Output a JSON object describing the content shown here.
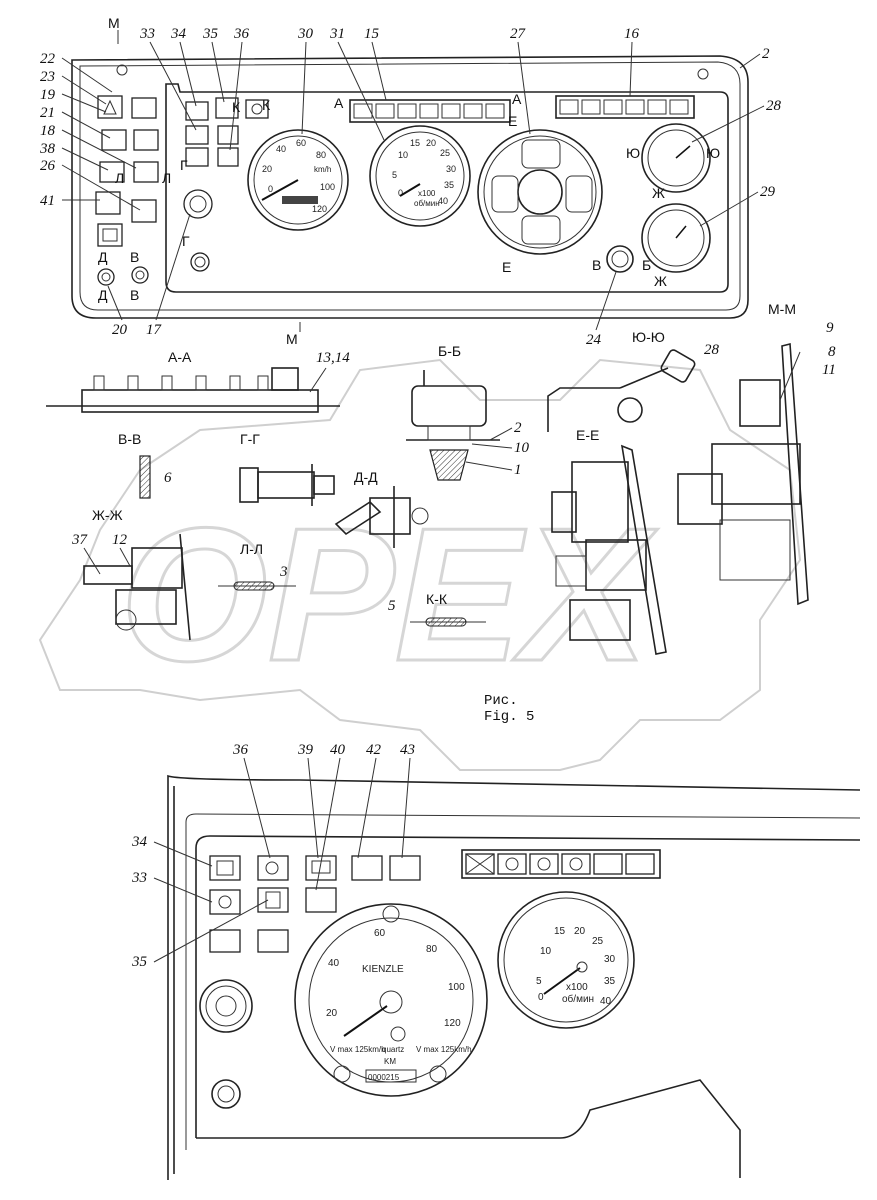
{
  "callouts_top": {
    "c2": "2",
    "c15": "15",
    "c16": "16",
    "c17": "17",
    "c18": "18",
    "c19": "19",
    "c20": "20",
    "c21": "21",
    "c22": "22",
    "c23": "23",
    "c24": "24",
    "c26": "26",
    "c27": "27",
    "c28": "28",
    "c29": "29",
    "c30": "30",
    "c31": "31",
    "c33": "33",
    "c34": "34",
    "c35": "35",
    "c36": "36",
    "c38": "38",
    "c41": "41"
  },
  "callouts_mid": {
    "c1": "1",
    "c2": "2",
    "c3": "3",
    "c5": "5",
    "c6": "6",
    "c8": "8",
    "c9": "9",
    "c10": "10",
    "c11": "11",
    "c12": "12",
    "c1314": "13,14",
    "c28": "28",
    "c37": "37"
  },
  "callouts_bottom": {
    "c33": "33",
    "c34": "34",
    "c35": "35",
    "c36": "36",
    "c39": "39",
    "c40": "40",
    "c42": "42",
    "c43": "43"
  },
  "markers": {
    "m": "М",
    "a": "А",
    "e": "Е",
    "k": "К",
    "l": "Л",
    "g": "Г",
    "d": "Д",
    "v": "В",
    "b": "Б",
    "yu": "Ю",
    "zh": "Ж"
  },
  "sections": {
    "aa": "А-А",
    "bb": "Б-Б",
    "vv": "В-В",
    "gg": "Г-Г",
    "dd": "Д-Д",
    "zhzh": "Ж-Ж",
    "ll": "Л-Л",
    "kk": "К-К",
    "ee": "Е-Е",
    "yuyu": "Ю-Ю",
    "mm": "М-М"
  },
  "figure_caption": {
    "line1": "Рис.",
    "line2": "Fig. 5"
  },
  "speedometer": {
    "unit": "km/h",
    "ticks": [
      "0",
      "20",
      "40",
      "60",
      "80",
      "100",
      "120"
    ]
  },
  "tachometer": {
    "unit": "x100",
    "unit2": "об/мин",
    "ticks": [
      "0",
      "5",
      "10",
      "15",
      "20",
      "25",
      "30",
      "35",
      "40"
    ]
  },
  "tachograph": {
    "brand": "KIENZLE",
    "ticks": [
      "20",
      "40",
      "60",
      "80",
      "100",
      "120"
    ],
    "quartz": "quartz",
    "km": "KM",
    "odometer": "0000215",
    "label_left": "V max 125km/h",
    "label_right": "V max 125km/h"
  },
  "watermark": "OPEX"
}
